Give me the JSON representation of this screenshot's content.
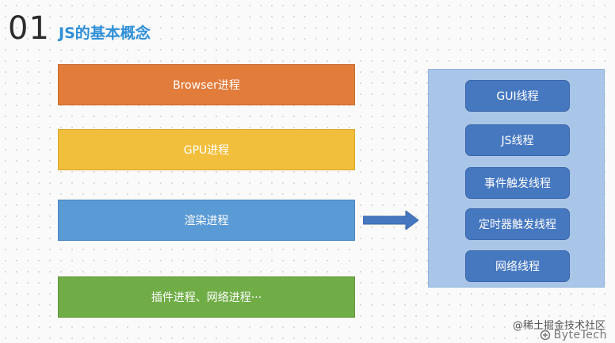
{
  "slide": {
    "number": "01",
    "title": "JS的基本概念"
  },
  "processes": [
    {
      "label": "Browser进程",
      "color": "#e17c3b"
    },
    {
      "label": "GPU进程",
      "color": "#f2bf3c"
    },
    {
      "label": "渲染进程",
      "color": "#5b9bd5"
    },
    {
      "label": "插件进程、网络进程···",
      "color": "#70ad47"
    }
  ],
  "threads": [
    {
      "label": "GUI线程"
    },
    {
      "label": "JS线程"
    },
    {
      "label": "事件触发线程"
    },
    {
      "label": "定时器触发线程"
    },
    {
      "label": "网络线程"
    }
  ],
  "watermark": {
    "community": "@稀土掘金技术社区",
    "brand": "ByteTech"
  },
  "colors": {
    "title_accent": "#2e8fd8",
    "panel": "#a9c6e8",
    "thread_button": "#4678c0",
    "arrow": "#4678c0"
  }
}
